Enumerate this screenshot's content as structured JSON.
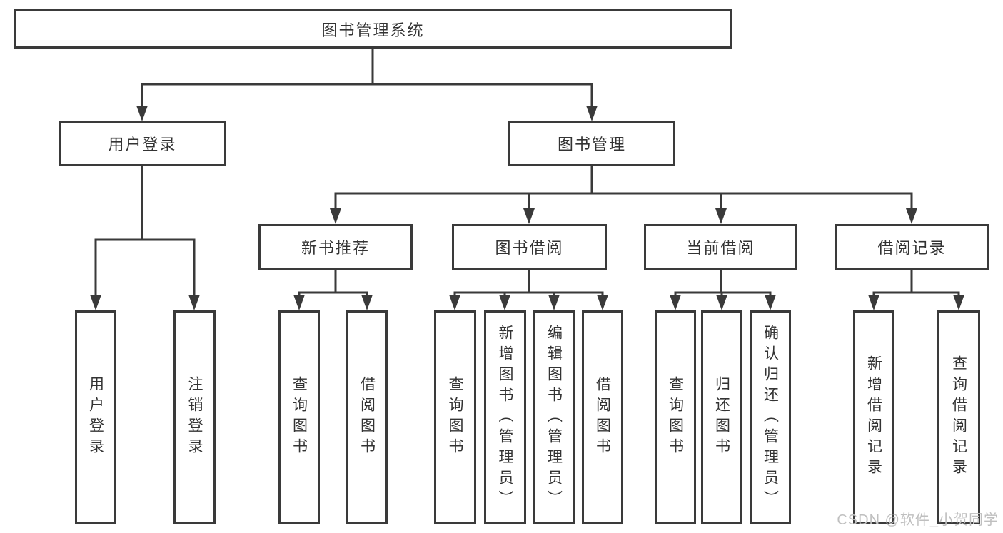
{
  "diagram": {
    "title": "图书管理系统",
    "colors": {
      "line": "#3a3a3a",
      "box_border": "#3a3a3a",
      "text": "#333333",
      "background": "#ffffff",
      "watermark": "#bfbfbf"
    },
    "nodes": {
      "root": "图书管理系统",
      "l2_user_login": "用户登录",
      "l2_book_mgmt": "图书管理",
      "l3_new_book": "新书推荐",
      "l3_book_borrow": "图书借阅",
      "l3_current_borrow": "当前借阅",
      "l3_borrow_record": "借阅记录",
      "l4_user_login": "用户登录",
      "l4_logout": "注销登录",
      "l4_nb_query": "查询图书",
      "l4_nb_borrow": "借阅图书",
      "l4_bb_query": "查询图书",
      "l4_bb_add": "新增图书（管理员）",
      "l4_bb_edit": "编辑图书（管理员）",
      "l4_bb_borrow": "借阅图书",
      "l4_cb_query": "查询图书",
      "l4_cb_return": "归还图书",
      "l4_cb_confirm": "确认归还（管理员）",
      "l4_br_add": "新增借阅记录",
      "l4_br_query": "查询借阅记录"
    },
    "structure": [
      {
        "parent": "图书管理系统",
        "children": [
          "用户登录",
          "图书管理"
        ]
      },
      {
        "parent": "用户登录",
        "children": [
          "用户登录",
          "注销登录"
        ]
      },
      {
        "parent": "图书管理",
        "children": [
          "新书推荐",
          "图书借阅",
          "当前借阅",
          "借阅记录"
        ]
      },
      {
        "parent": "新书推荐",
        "children": [
          "查询图书",
          "借阅图书"
        ]
      },
      {
        "parent": "图书借阅",
        "children": [
          "查询图书",
          "新增图书（管理员）",
          "编辑图书（管理员）",
          "借阅图书"
        ]
      },
      {
        "parent": "当前借阅",
        "children": [
          "查询图书",
          "归还图书",
          "确认归还（管理员）"
        ]
      },
      {
        "parent": "借阅记录",
        "children": [
          "新增借阅记录",
          "查询借阅记录"
        ]
      }
    ],
    "watermark": "CSDN @软件_小贺同学"
  }
}
